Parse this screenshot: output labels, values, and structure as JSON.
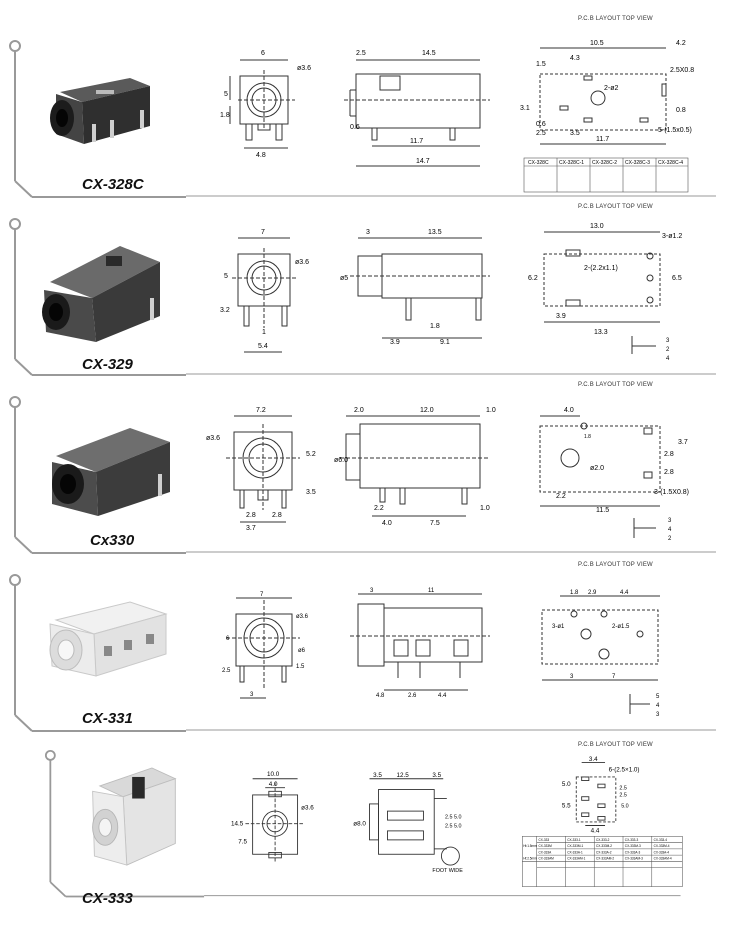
{
  "sections": [
    {
      "name": "CX-328C",
      "pcb_header": "P.C.B LAYOUT    TOP VIEW",
      "front_dims": [
        "6",
        "ø3.6",
        "5",
        "1.8",
        "4.8"
      ],
      "side_dims": [
        "2.5",
        "14.5",
        "0.6",
        "11.7",
        "14.7"
      ],
      "pcb_dims": [
        "10.5",
        "4.2",
        "4.3",
        "1.5",
        "2.5X0.8",
        "2-ø2",
        "3.1",
        "0.8",
        "0.6",
        "2.5",
        "3.5",
        "11.7",
        "5-(1.5x0.5)"
      ],
      "variants": [
        "CX-328C",
        "CX-328C-1",
        "CX-328C-2",
        "CX-328C-3",
        "CX-328C-4"
      ]
    },
    {
      "name": "CX-329",
      "pcb_header": "P.C.B LAYOUT    TOP VIEW",
      "front_dims": [
        "7",
        "ø3.6",
        "5",
        "3.2",
        "1",
        "5.4"
      ],
      "side_dims": [
        "3",
        "13.5",
        "ø5",
        "1.8",
        "3.9",
        "9.1"
      ],
      "pcb_dims": [
        "13.0",
        "3-ø1.2",
        "2-(2.2x1.1)",
        "6.2",
        "6.5",
        "3.9",
        "13.3"
      ],
      "pins": [
        "3",
        "2",
        "4"
      ]
    },
    {
      "name": "Cx330",
      "pcb_header": "P.C.B LAYOUT    TOP VIEW",
      "front_dims": [
        "7.2",
        "ø3.6",
        "5.2",
        "3.5",
        "2.8",
        "2.8",
        "3.7"
      ],
      "side_dims": [
        "2.0",
        "12.0",
        "1.0",
        "ø6.0",
        "2.2",
        "4.0",
        "7.5",
        "1.0"
      ],
      "pcb_dims": [
        "4.0",
        "1.8",
        "3.7",
        "ø2.0",
        "2.8",
        "2.8",
        "3-(1.5X0.8)",
        "2.2",
        "11.5"
      ],
      "pins": [
        "3",
        "4",
        "2"
      ]
    },
    {
      "name": "CX-331",
      "pcb_header": "P.C.B LAYOUT    TOP VIEW",
      "front_dims": [
        "7",
        "ø3.6",
        "6",
        "ø6",
        "2.5",
        "1.5",
        "3"
      ],
      "side_dims": [
        "3",
        "11",
        "4.8",
        "2.6",
        "4.4"
      ],
      "pcb_dims": [
        "1.8",
        "2.9",
        "4.4",
        "3-ø1",
        "2-ø1.5",
        "3",
        "7"
      ],
      "pins": [
        "5",
        "4",
        "3"
      ]
    },
    {
      "name": "CX-333",
      "pcb_header": "P.C.B LAYOUT    TOP VIEW",
      "front_dims": [
        "10.0",
        "4.0",
        "ø3.6",
        "14.5",
        "7.5"
      ],
      "side_dims": [
        "3.5",
        "12.5",
        "3.5",
        "ø8.0",
        "2.5",
        "2.5",
        "5.0",
        "5.0",
        "FOOT WIDE"
      ],
      "pcb_dims": [
        "3.4",
        "6-(2.5×1.0)",
        "5.0",
        "5.5",
        "2.5",
        "2.5",
        "5.0",
        "4.4"
      ],
      "table_rows": [
        [
          "CX-333",
          "CX-333-1",
          "CX-333-2",
          "CX-333-3",
          "CX-333-4"
        ],
        [
          "CX-333M",
          "CX-333M-1",
          "CX-333M-2",
          "CX-333M-3",
          "CX-333M-4"
        ],
        [
          "CX-333A",
          "CX-333A-1",
          "CX-333A-2",
          "CX-333A-3",
          "CX-333A-4"
        ],
        [
          "CX-333AM",
          "CX-333AM-1",
          "CX-333AM-2",
          "CX-333AM-3",
          "CX-333AM-4"
        ]
      ],
      "table_side": [
        "Ht:1.5mm",
        "Ht:2.5mm"
      ]
    }
  ],
  "colors": {
    "frame": "#9a9a9a",
    "line": "#333333",
    "body_dark": "#3a3a3a",
    "body_light": "#e6e6e6"
  }
}
